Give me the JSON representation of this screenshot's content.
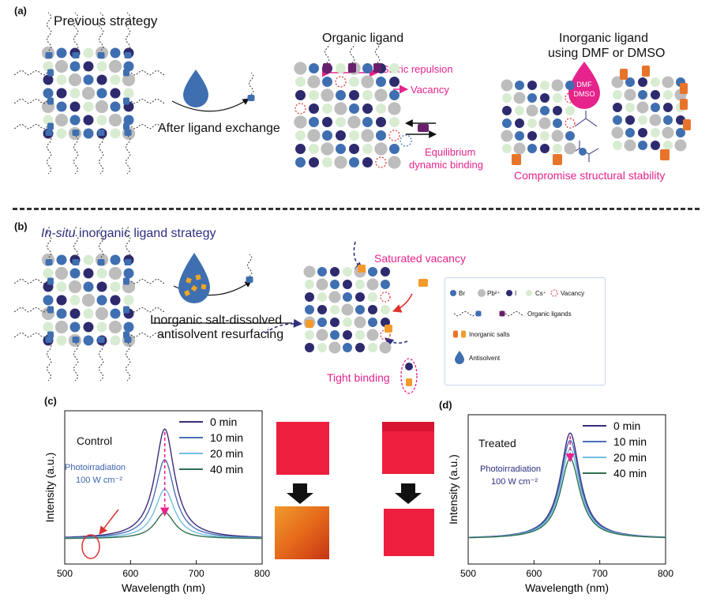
{
  "panel_a": {
    "label": "(a)",
    "title": "Previous strategy",
    "after_exchange": "After ligand exchange",
    "organic_title": "Organic ligand",
    "steric": "Steric repulsion",
    "vacancy": "Vacancy",
    "equilibrium_1": "Equilibrium",
    "equilibrium_2": "dynamic binding",
    "inorganic_title_1": "Inorganic ligand",
    "inorganic_title_2": "using DMF or DMSO",
    "dmf": "DMF",
    "dmso": "DMSO",
    "compromise": "Compromise structural stability"
  },
  "panel_b": {
    "label": "(b)",
    "title_italic": "In-situ",
    "title_rest": " inorganic ligand strategy",
    "antisolvent_1": "Inorganic salt-dissolved",
    "antisolvent_2": "antisolvent resurfacing",
    "saturated": "Saturated vacancy",
    "tight": "Tight binding",
    "legend": {
      "br": "Br",
      "pb": "Pb²⁺",
      "i": "I",
      "cs": "Cs⁺",
      "vacancy": "Vacancy",
      "organic": "Organic ligands",
      "inorganic": "Inorganic salts",
      "antisolvent": "Antisolvent"
    }
  },
  "panel_c": {
    "label": "(c)",
    "sample": "Control",
    "irr_1": "Photoirradiation",
    "irr_2": "100 W cm⁻²"
  },
  "panel_d": {
    "label": "(d)",
    "sample": "Treated",
    "irr_1": "Photoirradiation",
    "irr_2": "100 W cm⁻²"
  },
  "colors": {
    "br": "#3f6fb0",
    "pb": "#bdbdbd",
    "i": "#2e2a6e",
    "cs": "#d8ecd2",
    "vacancy": "#e0312f",
    "pink": "#e6238c",
    "orange": "#e8742b",
    "purple": "#6a1f6c",
    "series": [
      "#3b2b7a",
      "#4c6fb5",
      "#6fbfe0",
      "#2f6e4f"
    ],
    "film": "#ee1f3e"
  },
  "chart_data": [
    {
      "type": "line",
      "xlabel": "Wavelength (nm)",
      "ylabel": "Intensity (a.u.)",
      "xlim": [
        500,
        800
      ],
      "x_ticks": [
        500,
        600,
        700,
        800
      ],
      "grid": false,
      "legend_position": "top-right",
      "peak_nm": 652,
      "series": [
        {
          "name": "0 min",
          "peak_rel": 1.0
        },
        {
          "name": "10 min",
          "peak_rel": 0.72
        },
        {
          "name": "20 min",
          "peak_rel": 0.45
        },
        {
          "name": "40 min",
          "peak_rel": 0.24
        }
      ]
    },
    {
      "type": "line",
      "xlabel": "Wavelength (nm)",
      "ylabel": "Intensity (a.u.)",
      "xlim": [
        500,
        800
      ],
      "x_ticks": [
        500,
        600,
        700,
        800
      ],
      "grid": false,
      "legend_position": "top-right",
      "peak_nm": 655,
      "series": [
        {
          "name": "0 min",
          "peak_rel": 1.0
        },
        {
          "name": "10 min",
          "peak_rel": 0.93
        },
        {
          "name": "20 min",
          "peak_rel": 0.85
        },
        {
          "name": "40 min",
          "peak_rel": 0.76
        }
      ]
    }
  ]
}
